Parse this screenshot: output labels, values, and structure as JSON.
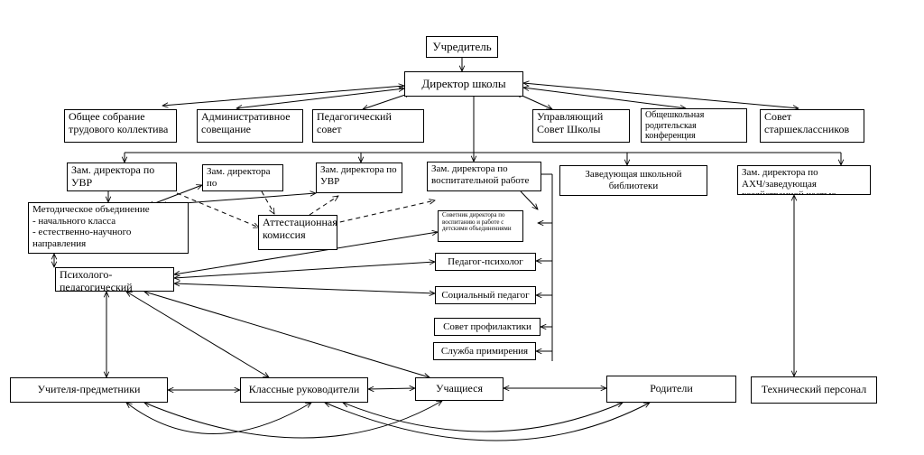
{
  "nodes": {
    "founder": "Учредитель",
    "director": "Директор школы",
    "general_meeting": "Общее собрание\nтрудового коллектива",
    "admin_meeting": "Административное\nсовещание",
    "ped_council": "Педагогический\nсовет",
    "governing_council": "Управляющий\nСовет Школы",
    "parent_conference": "Общешкольная\nродительская\nконференция",
    "senior_council": "Совет\nстаршеклассников",
    "deputy_uvr1": "Зам. директора по\nУВР",
    "deputy_nmr": "Зам. директора по\nНМР",
    "deputy_uvr2": "Зам. директора по\nУВР",
    "deputy_vr": "Зам. директора по\nвоспитательной работе",
    "library_head": "Заведующая школьной библиотеки",
    "deputy_ahch": "Зам. директора по\nАХЧ/заведующая\nхозяйственной частью",
    "method_title": "Методическое объединение",
    "method_items": "- начального класса\n- естественно-научного направления\n- гуманитарного направления",
    "attestation": "Аттестационная\nкомиссия",
    "advisor": "Советник директора по\nвоспитанию и работе с\nдетскими объединениями",
    "psychologist": "Педагог-психолог",
    "ppk": "Психолого-педагогический\nконсилиум",
    "social_pedagogue": "Социальный педагог",
    "prevention_council": "Совет профилактики",
    "reconciliation": "Служба примирения",
    "subject_teachers": "Учителя-предметники",
    "class_teachers": "Классные руководители",
    "students": "Учащиеся",
    "parents": "Родители",
    "tech_staff": "Технический персонал"
  }
}
